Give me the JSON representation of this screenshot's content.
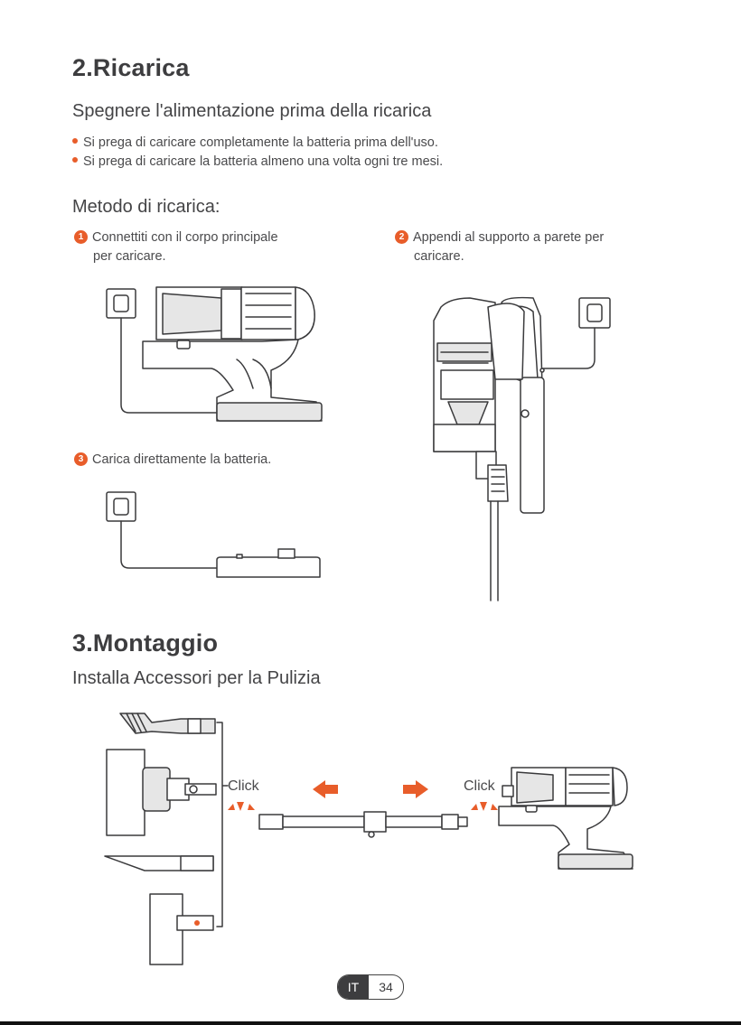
{
  "section_charge": {
    "title": "2.Ricarica",
    "subtitle": "Spegnere l'alimentazione prima della ricarica",
    "bullets": [
      "Si prega di caricare completamente la batteria prima dell'uso.",
      "Si prega di caricare la batteria almeno una volta ogni tre mesi."
    ],
    "method_title": "Metodo di ricarica:",
    "steps": [
      {
        "num": "1",
        "line1": "Connettiti con il corpo principale",
        "line2": "per caricare."
      },
      {
        "num": "2",
        "line1": "Appendi al supporto a parete per",
        "line2": "caricare."
      },
      {
        "num": "3",
        "line1": "Carica direttamente la batteria.",
        "line2": ""
      }
    ]
  },
  "section_assembly": {
    "title": "3.Montaggio",
    "subtitle": "Installa Accessori per la Pulizia",
    "click_left": "Click",
    "click_right": "Click"
  },
  "footer": {
    "lang": "IT",
    "page": "34"
  },
  "colors": {
    "accent": "#e85d2a",
    "text": "#444446",
    "line": "#3a3a3c"
  },
  "icons": [
    "wall-outlet-icon",
    "vacuum-handheld-illustration",
    "vacuum-wallmount-illustration",
    "battery-charger-illustration",
    "brush-accessories-illustration",
    "extension-tube-illustration",
    "arrow-left-icon",
    "arrow-right-icon"
  ]
}
